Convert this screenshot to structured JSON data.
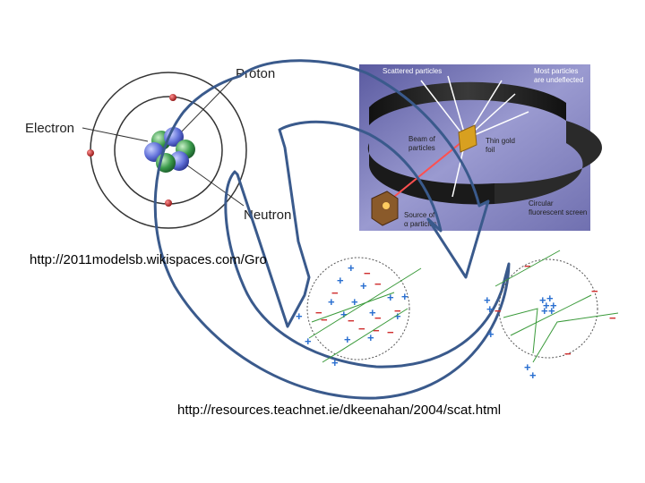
{
  "slide": {
    "url_1": "http://2011modelsb.wikispaces.com/Gro",
    "url_2": "http://resources.teachnet.ie/dkeenahan/2004/scat.html"
  },
  "atom_diagram": {
    "label_proton": "Proton",
    "label_electron": "Electron",
    "label_neutron": "Neutron"
  },
  "gold_foil_experiment": {
    "label_scattered": "Scattered particles",
    "label_most_undeflected_1": "Most particles",
    "label_most_undeflected_2": "are undeflected",
    "label_beam_1": "Beam of",
    "label_beam_2": "particles",
    "label_foil_1": "Thin gold",
    "label_foil_2": "foil",
    "label_source_1": "Source of",
    "label_source_2": "α particles",
    "label_screen_1": "Circular",
    "label_screen_2": "fluorescent screen"
  },
  "colors": {
    "arrow_stroke": "#3a5a8c",
    "electron": "#b02020",
    "proton": "#5a6fd0",
    "neutron": "#3a9a4a",
    "plus": "#2a6fd0",
    "minus": "#d03030",
    "path_green": "#3a9a3a"
  }
}
